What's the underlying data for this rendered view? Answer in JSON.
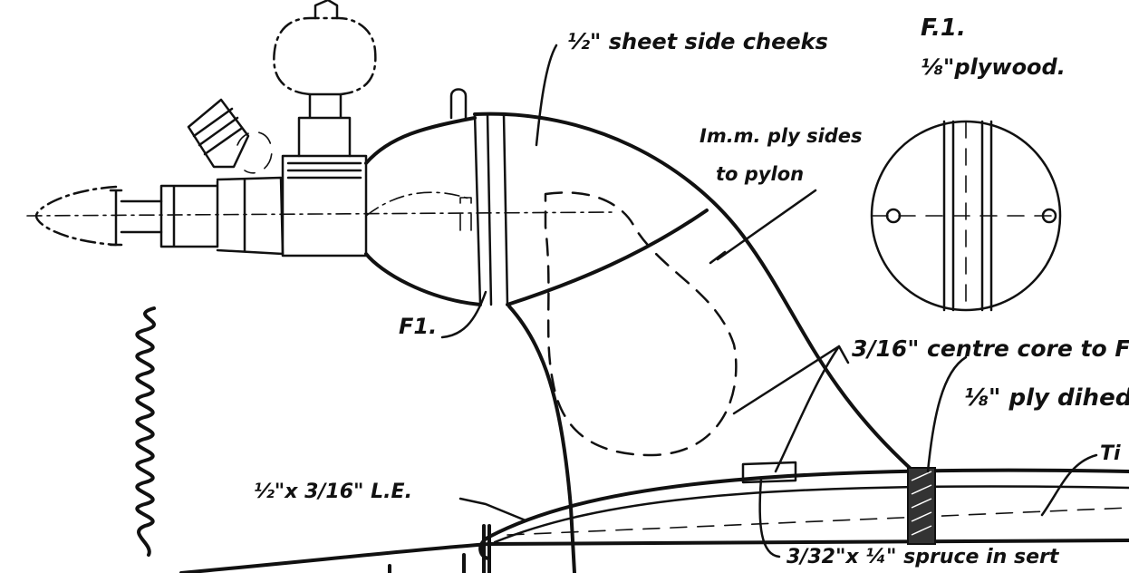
{
  "labels": {
    "side_cheeks": "½\" sheet side cheeks",
    "f1_title": "F.1.",
    "f1_material": "⅛\"plywood.",
    "pylon_sides_1": "Im.m. ply sides",
    "pylon_sides_2": "to pylon",
    "f1_marker": "F1.",
    "centre_core": "3/16\" centre core to F",
    "ply_dihedral": "⅛\" ply dihedr",
    "leading_edge": "½\"x 3/16\" L.E.",
    "spruce_insert": "3/32\"x ¼\" spruce in sert",
    "tip_partial": "Ti"
  },
  "colors": {
    "ink": "#111111",
    "paper": "#ffffff"
  }
}
